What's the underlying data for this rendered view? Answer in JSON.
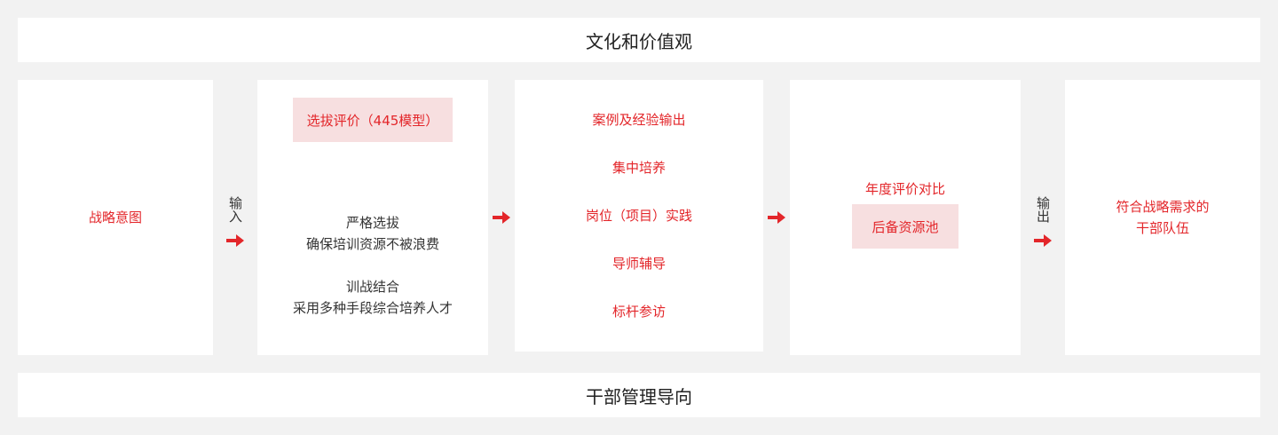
{
  "top_band": "文化和价值观",
  "bottom_band": "干部管理导向",
  "box1": {
    "text": "战略意图"
  },
  "connector_input": "输入",
  "box2": {
    "tag": "选拔评价（445模型）",
    "para1_line1": "严格选拔",
    "para1_line2": "确保培训资源不被浪费",
    "para2_line1": "训战结合",
    "para2_line2": "采用多种手段综合培养人才"
  },
  "box3": {
    "items": [
      "案例及经验输出",
      "集中培养",
      "岗位（项目）实践",
      "导师辅导",
      "标杆参访"
    ]
  },
  "box4": {
    "label": "年度评价对比",
    "tag": "后备资源池"
  },
  "connector_output": "输出",
  "box5": {
    "line1": "符合战略需求的",
    "line2": "干部队伍"
  },
  "colors": {
    "accent": "#e3262a",
    "tag_bg": "#f7dfe0",
    "page_bg": "#f2f2f2",
    "panel_bg": "#ffffff"
  },
  "icons": [
    "arrow-right-icon"
  ]
}
